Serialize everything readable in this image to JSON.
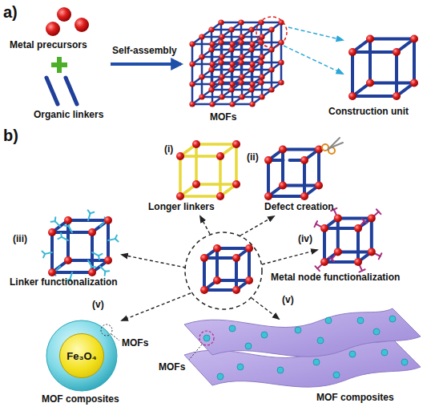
{
  "diagram": {
    "nodes": [
      {
        "text": [
          "Fe₃O₄"
        ]
      }
    ],
    "labels": [
      "a)",
      "Metal precursors",
      "Organic linkers",
      "Self-assembly",
      "MOFs",
      "Construction unit",
      "b)",
      "(i)",
      "Longer linkers",
      "(ii)",
      "Defect creation",
      "(iii)",
      "Linker functionalization",
      "(iv)",
      "Metal node functionalization",
      "(v)",
      "MOFs",
      "MOF composites",
      "(v)",
      "MOFs",
      "MOF composites"
    ]
  }
}
